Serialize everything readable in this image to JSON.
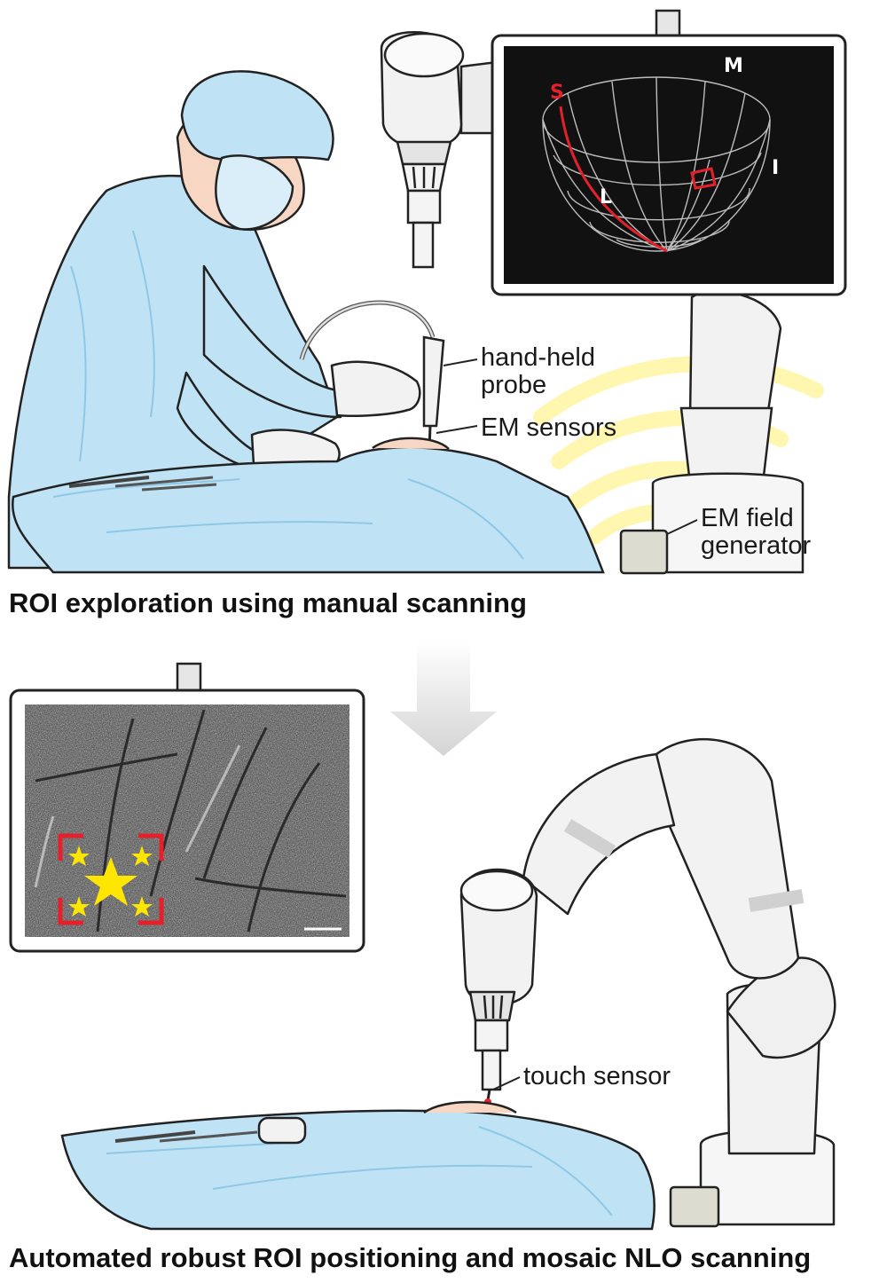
{
  "top_panel": {
    "caption": "ROI exploration using manual scanning",
    "labels": {
      "probe_line1": "hand-held",
      "probe_line2": "probe",
      "em_sensors": "EM sensors",
      "generator_line1": "EM field",
      "generator_line2": "generator"
    },
    "monitor_letters": {
      "s": "S",
      "m": "M",
      "l": "L",
      "i": "I"
    }
  },
  "bottom_panel": {
    "caption": "Automated robust ROI positioning and mosaic NLO scanning",
    "labels": {
      "touch_sensor": "touch sensor"
    }
  },
  "colors": {
    "drape": "#bfe3f5",
    "drape_dark": "#8ec8e6",
    "robot": "#f2f2f2",
    "accent_red": "#e5202a",
    "star_yellow": "#ffe600",
    "em_field": "#fff6b0"
  }
}
